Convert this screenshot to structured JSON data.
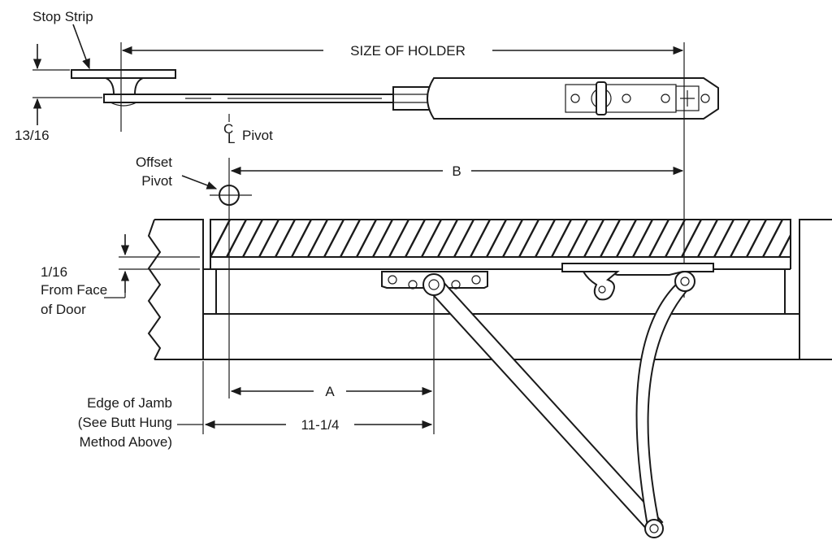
{
  "labels": {
    "stop_strip": "Stop Strip",
    "size_of_holder": "SIZE OF HOLDER",
    "thirteen_sixteenths": "13/16",
    "cl_symbol": "C",
    "cl_symbol_sub": "L",
    "pivot": "Pivot",
    "offset_line1": "Offset",
    "offset_line2": "Pivot",
    "b": "B",
    "one_sixteenth": "1/16",
    "from_face": "From Face",
    "of_door": "of Door",
    "a": "A",
    "eleven_quarter": "11-1/4",
    "edge_of_jamb": "Edge of Jamb",
    "see_butt_hung": "(See Butt Hung",
    "method_above": "Method Above)"
  },
  "colors": {
    "line": "#1a1a1a",
    "background": "#ffffff"
  }
}
